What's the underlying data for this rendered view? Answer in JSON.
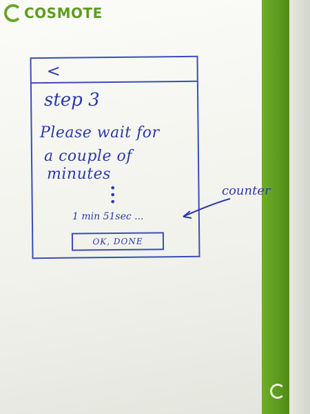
{
  "brand": {
    "name": "COSMOTE",
    "accent": "#5f9d22"
  },
  "sketch": {
    "back_icon": "chevron-left-icon",
    "back_glyph": "<",
    "title": "step 3",
    "message_lines": [
      "Please wait for",
      "a couple of",
      "minutes"
    ],
    "progress_dots": [
      "•",
      "•",
      "•"
    ],
    "timer": "1 min 51sec ...",
    "ok_button": "OK, DONE"
  },
  "annotation": {
    "label": "counter"
  },
  "colors": {
    "ink": "#2c3aa6",
    "stripe": "#5b9a1d"
  }
}
